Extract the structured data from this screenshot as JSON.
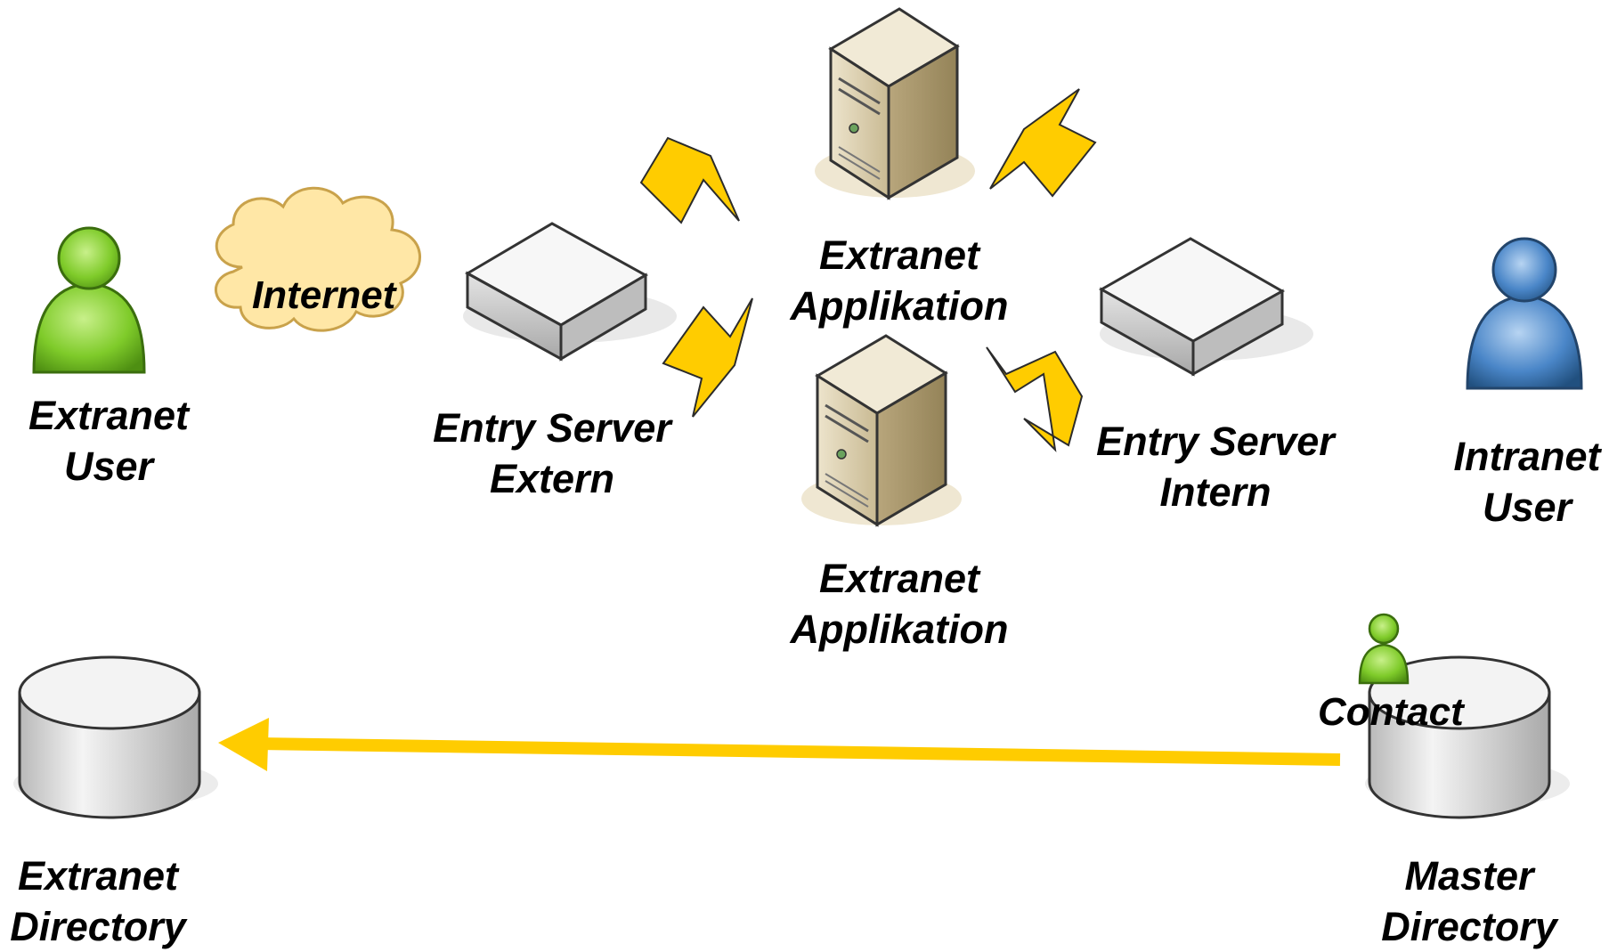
{
  "colors": {
    "bolt": "#FFCC00",
    "bolt_stroke": "#2B2B2B",
    "arrow": "#FFCC00",
    "cloud_fill": "#FFE7A6",
    "cloud_stroke": "#C9A24B",
    "extranet_user": "#7FCB2A",
    "intranet_user": "#4A86C8",
    "server_body": "#D9CDB0",
    "device_body": "#F2F2F2",
    "db_body": "#E6E6E6"
  },
  "labels": {
    "internet": "Internet",
    "extranet_user": [
      "Extranet",
      "User"
    ],
    "entry_extern": [
      "Entry Server",
      "Extern"
    ],
    "app_top": [
      "Extranet",
      "Applikation"
    ],
    "app_bottom": [
      "Extranet",
      "Applikation"
    ],
    "entry_intern": [
      "Entry Server",
      "Intern"
    ],
    "intranet_user": [
      "Intranet",
      "User"
    ],
    "extranet_directory": [
      "Extranet",
      "Directory"
    ],
    "master_directory": [
      "Master",
      "Directory"
    ],
    "contact": "Contact"
  },
  "icons": {
    "extranet_user": "user-icon",
    "cloud": "cloud-icon",
    "entry_extern": "network-device-icon",
    "entry_intern": "network-device-icon",
    "server_top": "server-tower-icon",
    "server_bottom": "server-tower-icon",
    "intranet_user": "user-icon",
    "extranet_directory": "database-icon",
    "master_directory": "database-icon",
    "contact": "user-icon"
  },
  "connections": [
    {
      "from": "entry_extern",
      "to": "server_top",
      "style": "lightning"
    },
    {
      "from": "entry_extern",
      "to": "server_bottom",
      "style": "lightning"
    },
    {
      "from": "entry_intern",
      "to": "server_top",
      "style": "lightning"
    },
    {
      "from": "entry_intern",
      "to": "server_bottom",
      "style": "lightning"
    },
    {
      "from": "master_directory",
      "to": "extranet_directory",
      "style": "arrow"
    }
  ]
}
